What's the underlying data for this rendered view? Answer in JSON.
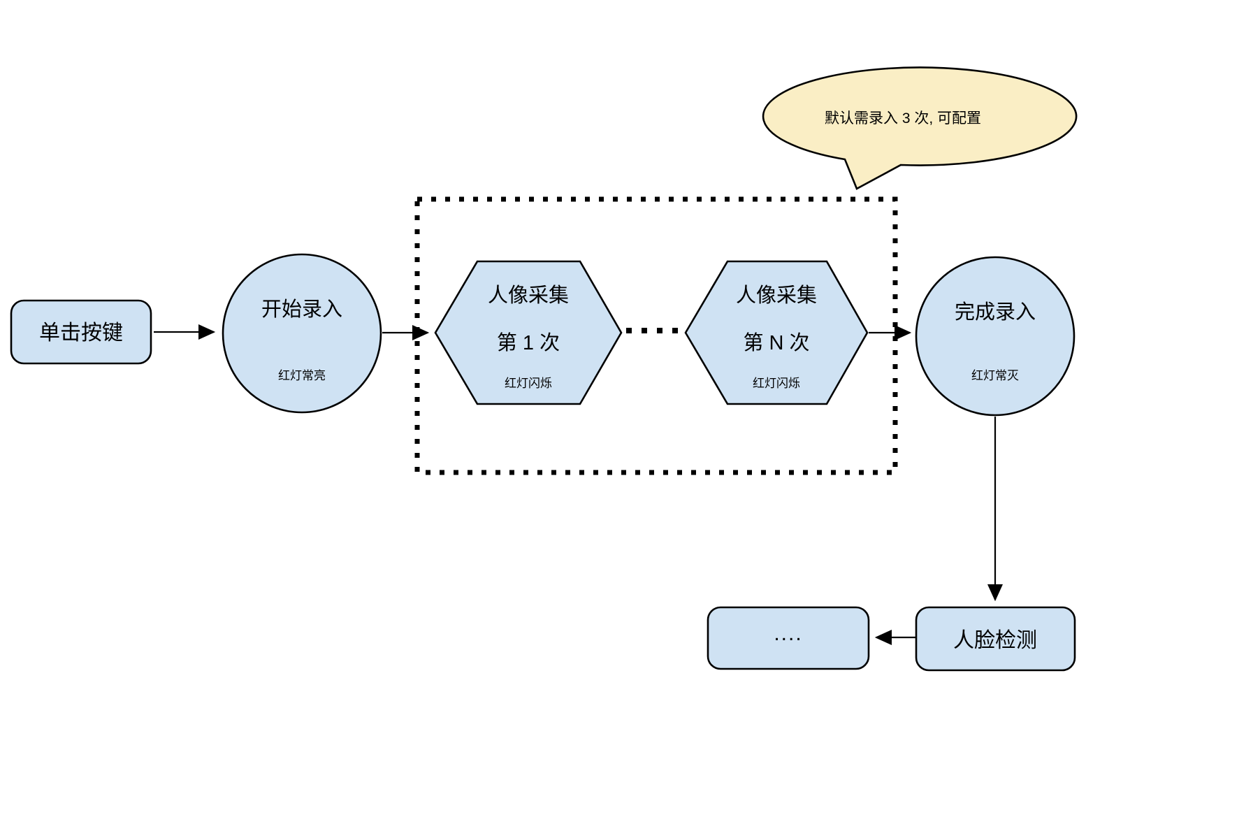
{
  "diagram": {
    "background": "#ffffff",
    "colors": {
      "node_fill": "#cfe2f3",
      "node_stroke": "#000000",
      "callout_fill": "#faeec5",
      "text": "#000000"
    },
    "nodes": {
      "click_button": {
        "label": "单击按键"
      },
      "start_entry": {
        "label": "开始录入",
        "status": "红灯常亮"
      },
      "capture_first": {
        "line1": "人像采集",
        "line2": "第 1 次",
        "status": "红灯闪烁"
      },
      "capture_nth": {
        "line1": "人像采集",
        "line2": "第 N 次",
        "status": "红灯闪烁"
      },
      "finish_entry": {
        "label": "完成录入",
        "status": "红灯常灭"
      },
      "face_detection": {
        "label": "人脸检测"
      },
      "more_steps": {
        "label": "...."
      }
    },
    "callout": {
      "text": "默认需录入 3 次, 可配置"
    }
  }
}
